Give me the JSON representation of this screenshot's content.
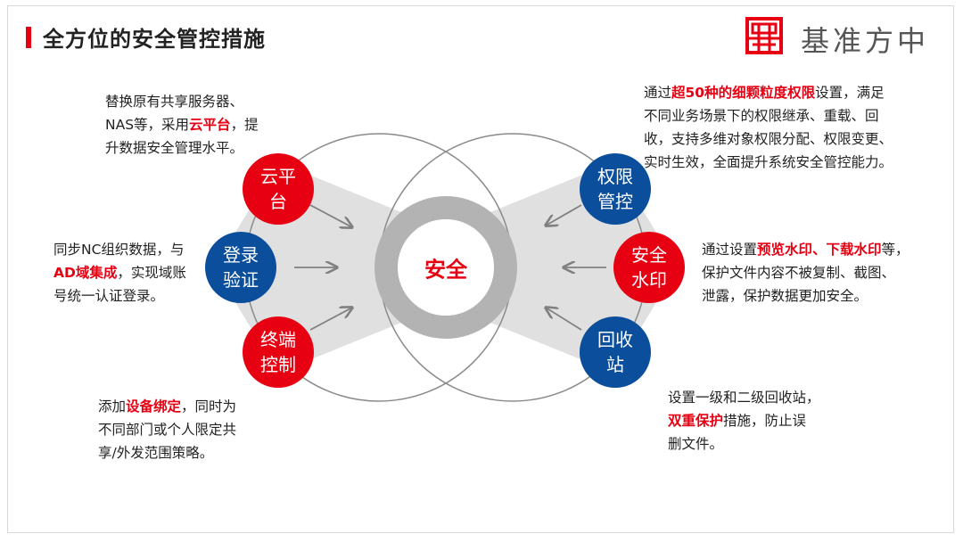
{
  "header": {
    "title": "全方位的安全管控措施",
    "brand": "基准方中"
  },
  "colors": {
    "accent_red": "#e60012",
    "navy": "#0b4f9c",
    "ring_gray": "#b3b3b3",
    "wedge_gray": "#e0e0e0"
  },
  "center": {
    "label": "安全"
  },
  "nodes": {
    "cloud": {
      "label": "云平台",
      "line1": "云平",
      "line2": "台",
      "icon": "circle-red"
    },
    "login": {
      "label": "登录验证",
      "line1": "登录",
      "line2": "验证",
      "icon": "circle-navy"
    },
    "terminal": {
      "label": "终端控制",
      "line1": "终端",
      "line2": "控制",
      "icon": "circle-red"
    },
    "permission": {
      "label": "权限管控",
      "line1": "权限",
      "line2": "管控",
      "icon": "circle-navy"
    },
    "watermark": {
      "label": "安全水印",
      "line1": "安全",
      "line2": "水印",
      "icon": "circle-red"
    },
    "recycle": {
      "label": "回收站",
      "line1": "回收",
      "line2": "站",
      "icon": "circle-navy"
    }
  },
  "descriptions": {
    "cloud": {
      "l1": "替换原有共享服务器、",
      "l2a": "NAS等，采用",
      "l2b": "云平台",
      "l2c": "，提",
      "l3": "升数据安全管理水平。"
    },
    "login": {
      "l1": "同步NC组织数据，与",
      "l2a": "AD域集成",
      "l2b": "，实现域账",
      "l3": "号统一认证登录。"
    },
    "terminal": {
      "l1a": "添加",
      "l1b": "设备绑定",
      "l1c": "，同时为",
      "l2": "不同部门或个人限定共",
      "l3": "享/外发范围策略。"
    },
    "permission": {
      "l1a": "通过",
      "l1b": "超50种的细颗粒度权限",
      "l1c": "设置，满足",
      "l2": "不同业务场景下的权限继承、重载、回",
      "l3": "收，支持多维对象权限分配、权限变更、",
      "l4": "实时生效，全面提升系统安全管控能力。"
    },
    "watermark": {
      "l1a": "通过设置",
      "l1b": "预览水印、下载水印",
      "l1c": "等，",
      "l2": "保护文件内容不被复制、截图、",
      "l3": "泄露，保护数据更加安全。"
    },
    "recycle": {
      "l1": "设置一级和二级回收站，",
      "l2a": "双重保护",
      "l2b": "措施，防止误",
      "l3": "删文件。"
    }
  }
}
